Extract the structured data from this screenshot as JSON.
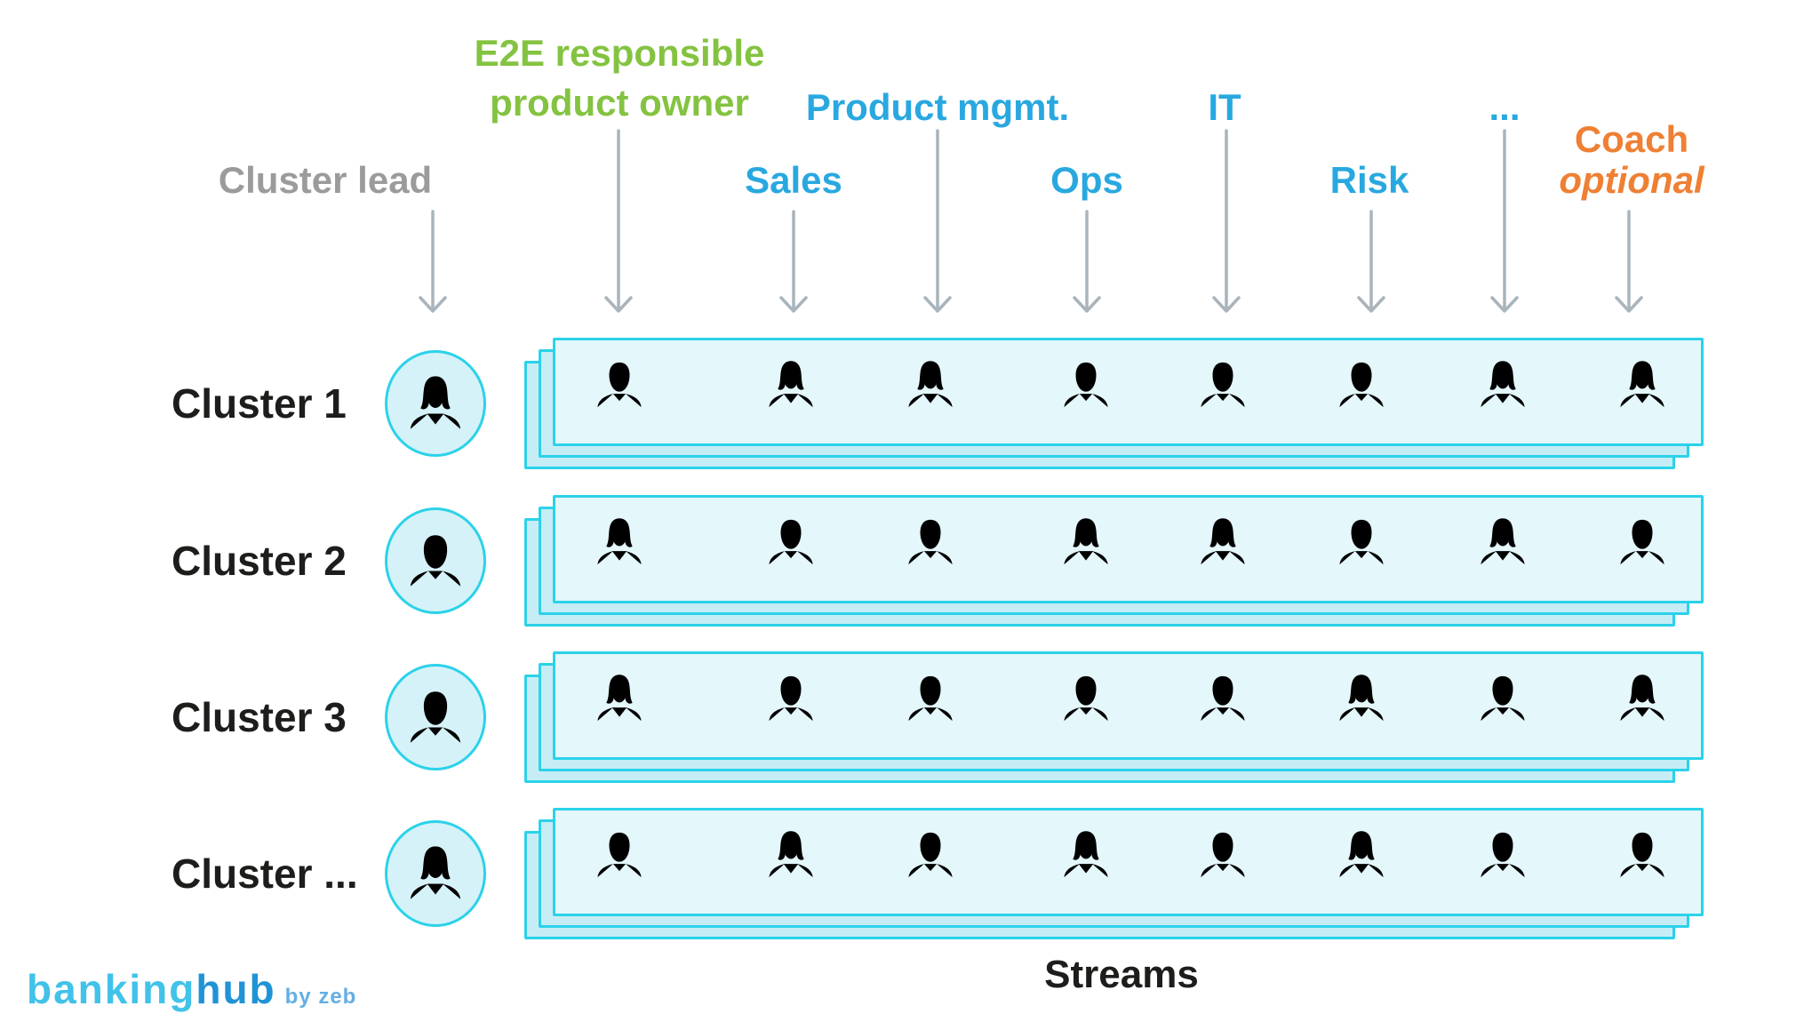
{
  "columns": [
    {
      "id": "cluster-lead",
      "lines": [
        "Cluster lead"
      ],
      "tier": 2,
      "color": "gray"
    },
    {
      "id": "e2e-po",
      "lines": [
        "E2E responsible",
        "product owner"
      ],
      "tier": 1,
      "color": "green",
      "tall": true
    },
    {
      "id": "sales",
      "lines": [
        "Sales"
      ],
      "tier": 2,
      "color": "blue"
    },
    {
      "id": "product-mgmt",
      "lines": [
        "Product mgmt."
      ],
      "tier": 1,
      "color": "blue"
    },
    {
      "id": "ops",
      "lines": [
        "Ops"
      ],
      "tier": 2,
      "color": "blue"
    },
    {
      "id": "it",
      "lines": [
        "IT"
      ],
      "tier": 1,
      "color": "blue"
    },
    {
      "id": "risk",
      "lines": [
        "Risk"
      ],
      "tier": 2,
      "color": "blue"
    },
    {
      "id": "more",
      "lines": [
        "..."
      ],
      "tier": 1,
      "color": "blue"
    },
    {
      "id": "coach",
      "lines": [
        "Coach",
        "optional"
      ],
      "tier": 2,
      "color": "orange",
      "italic_second_line": true
    }
  ],
  "clusters": [
    {
      "label": "Cluster 1",
      "lead_gender": "female",
      "members": [
        "male",
        "female",
        "female",
        "male",
        "male",
        "male",
        "female",
        "female"
      ]
    },
    {
      "label": "Cluster 2",
      "lead_gender": "male",
      "members": [
        "female",
        "male",
        "male",
        "female",
        "female",
        "male",
        "female",
        "male"
      ]
    },
    {
      "label": "Cluster 3",
      "lead_gender": "male",
      "members": [
        "female",
        "male",
        "male",
        "male",
        "male",
        "female",
        "male",
        "female"
      ]
    },
    {
      "label": "Cluster ...",
      "lead_gender": "female",
      "members": [
        "male",
        "female",
        "male",
        "female",
        "male",
        "female",
        "male",
        "male"
      ]
    }
  ],
  "member_colors": [
    "green",
    "cyan",
    "cyan",
    "cyan",
    "cyan",
    "cyan",
    "cyan",
    "orange"
  ],
  "footer": {
    "streams_label": "Streams",
    "logo": {
      "part1": "banking",
      "part2": "hub",
      "byline": "by zeb"
    }
  },
  "colors": {
    "green": "#84c341",
    "blue": "#29a8e0",
    "orange": "#ef8033",
    "gray_label": "#9b9b9b",
    "dark_text": "#1d1d1b",
    "cyan_border": "#2bd2e9",
    "cyan_icon": "#26d1e9",
    "panel_fill": "#e4f7fb",
    "panel_back_fill": "#c6edf6",
    "circle_fill": "#d6f2f9",
    "arrow": "#a9b4bc",
    "lead_icon": "#8a8a8a",
    "logo_light": "#41c2e9",
    "logo_dark": "#2093d6",
    "logo_by": "#64aee4"
  }
}
